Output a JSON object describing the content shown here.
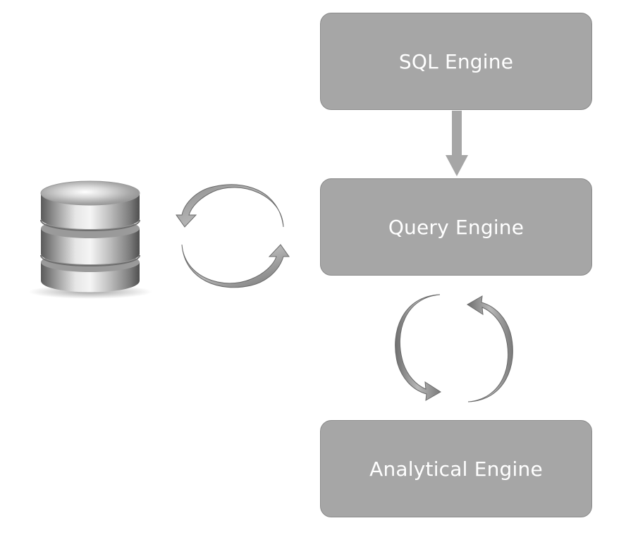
{
  "diagram": {
    "nodes": [
      {
        "id": "sql",
        "label": "SQL Engine"
      },
      {
        "id": "query",
        "label": "Query Engine"
      },
      {
        "id": "analytical",
        "label": "Analytical Engine"
      }
    ],
    "edges": [
      {
        "from": "sql",
        "to": "query",
        "kind": "one-way"
      },
      {
        "from": "database",
        "to": "query",
        "kind": "two-way-cycle"
      },
      {
        "from": "query",
        "to": "analytical",
        "kind": "two-way-cycle"
      }
    ],
    "icons": {
      "database": "database-icon",
      "cycle": "cycle-arrows-icon",
      "down_arrow": "down-arrow-icon"
    },
    "colors": {
      "box_fill": "#a6a6a6",
      "box_border": "#8a8a8a",
      "text": "#ffffff",
      "arrow": "#a6a6a6",
      "arrow_dark": "#7f7f7f"
    }
  }
}
